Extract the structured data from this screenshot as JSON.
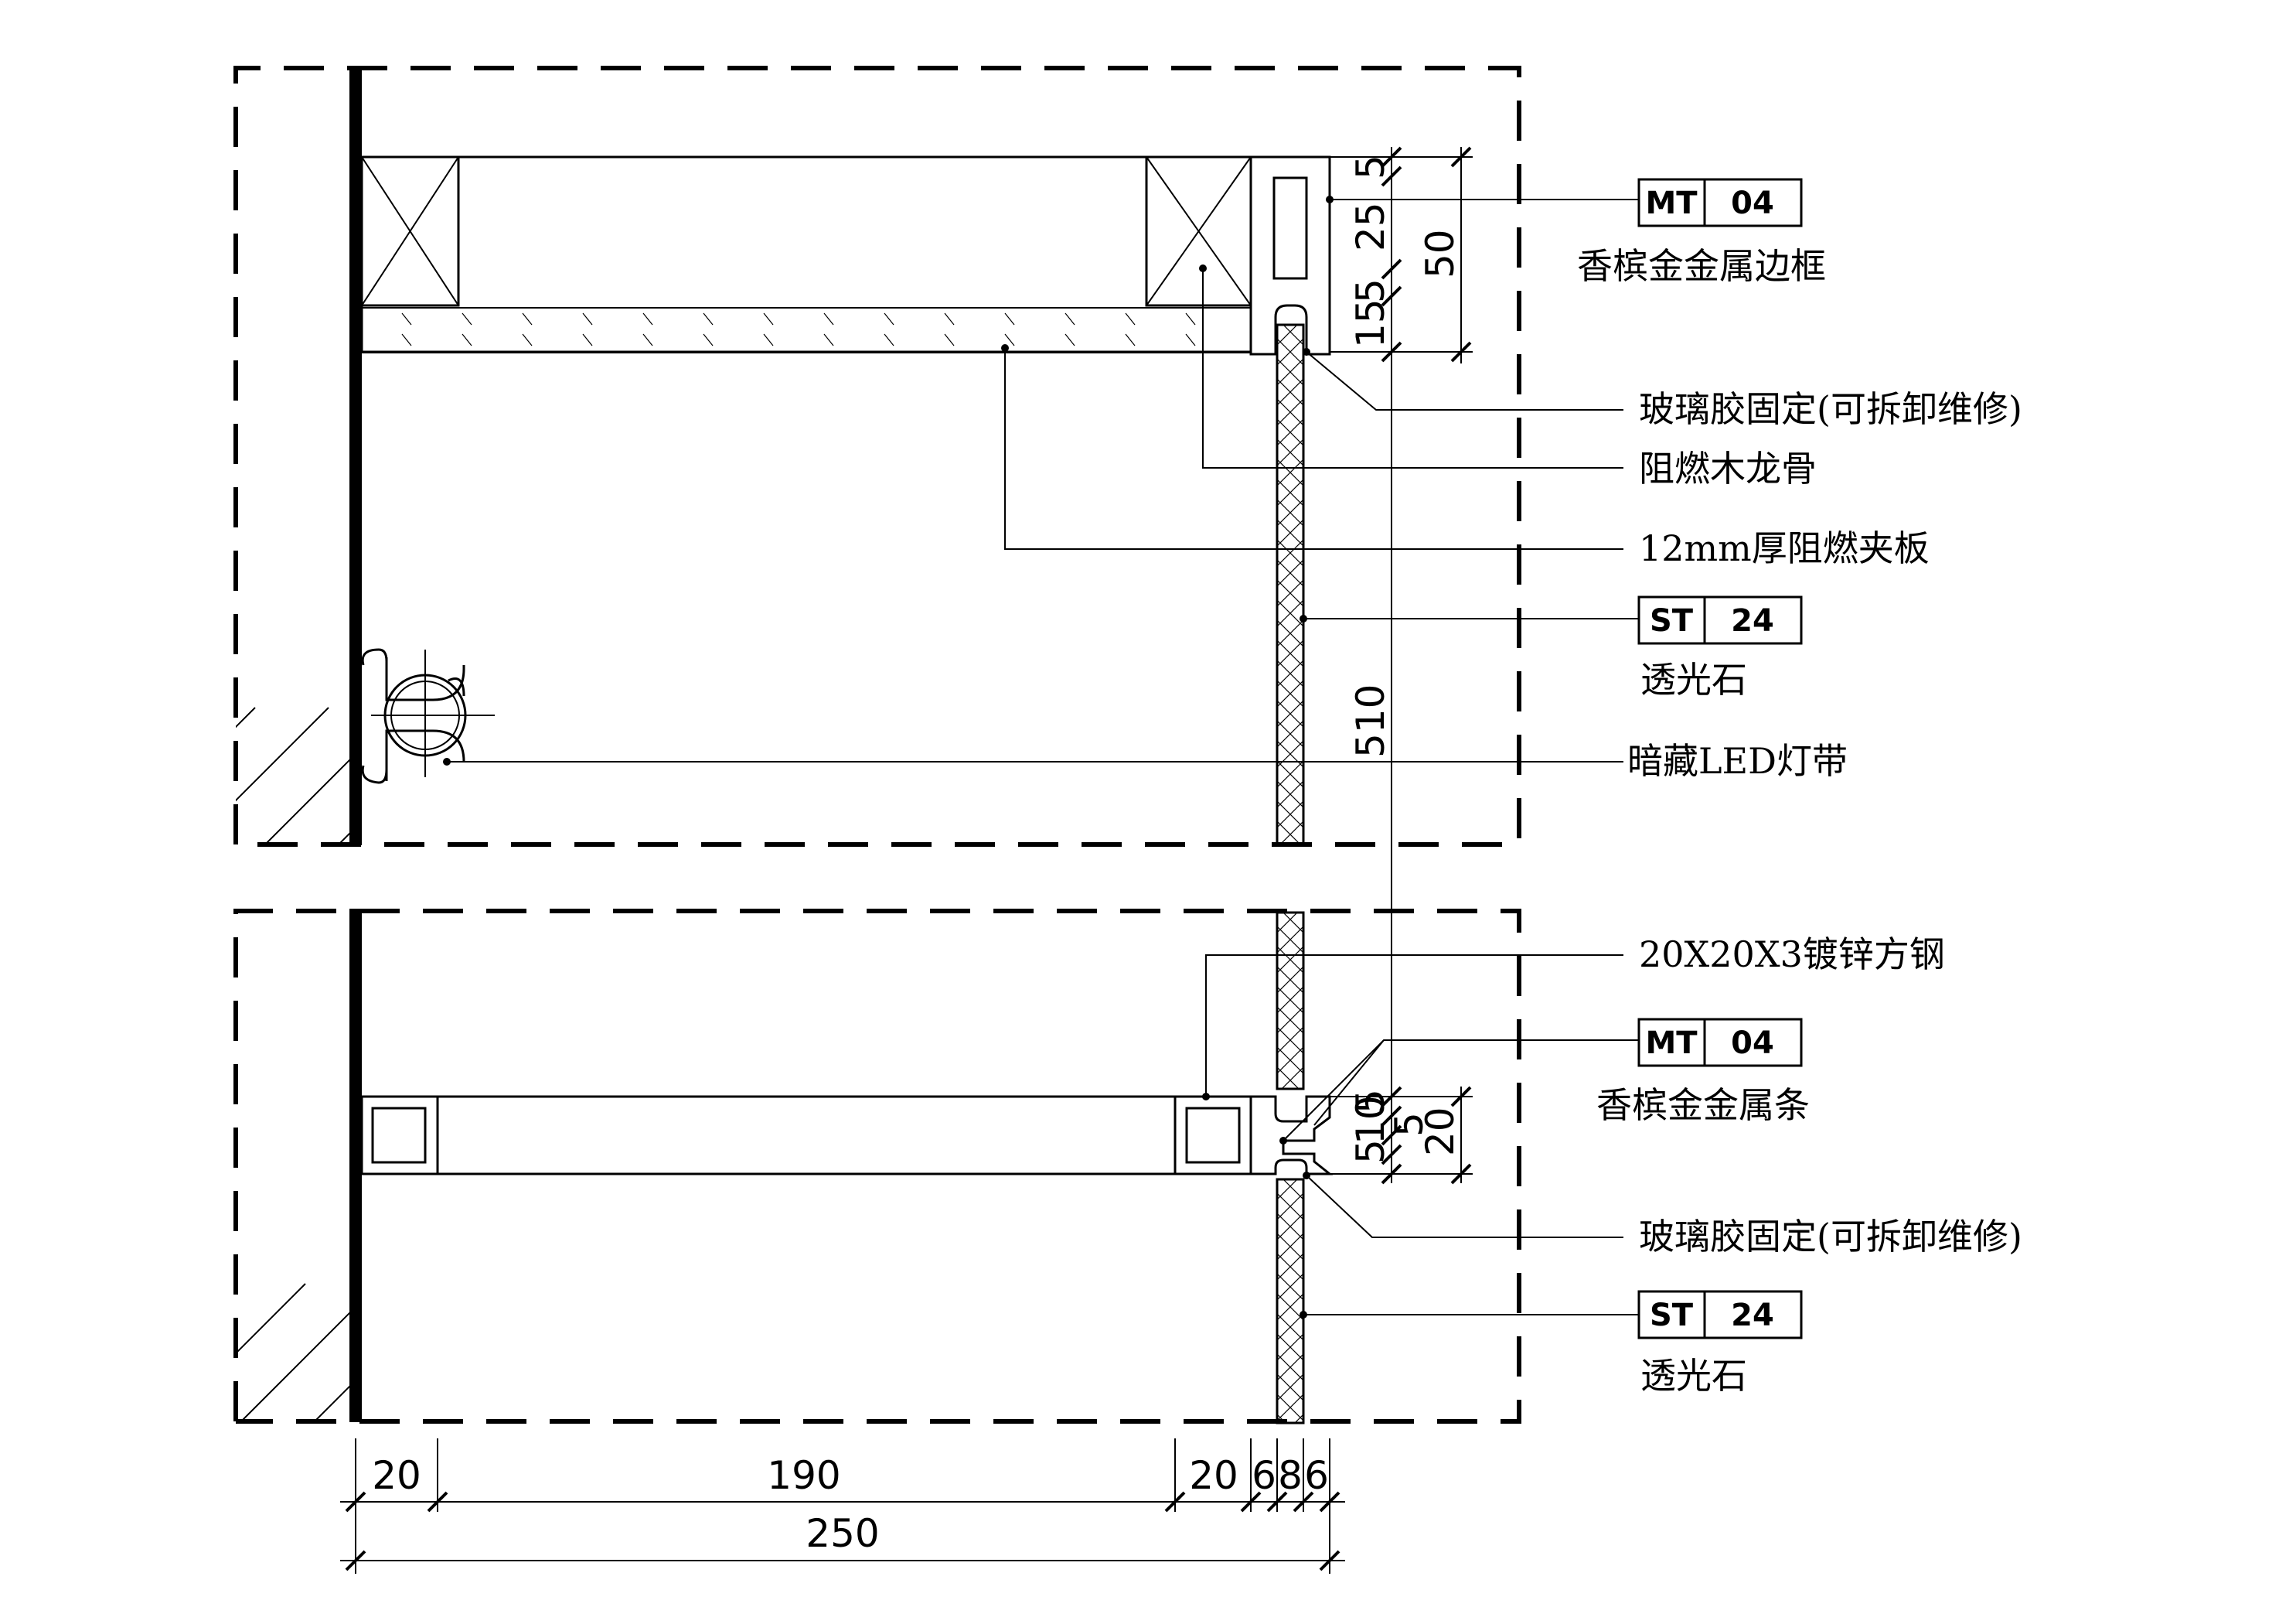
{
  "dimensions": {
    "top_5a": "5",
    "top_25": "25",
    "top_50": "50",
    "top_15": "15",
    "top_5b": "5",
    "overall_510": "510",
    "bot_5a": "5",
    "bot_10": "10",
    "bot_5b": "5",
    "bot_20": "20",
    "bot_5c": "5",
    "bot_10b": "10",
    "w_20a": "20",
    "w_190": "190",
    "w_20b": "20",
    "w_6a": "6",
    "w_8": "8",
    "w_6b": "6",
    "w_250": "250"
  },
  "tags": {
    "mt04_top": {
      "code": "MT",
      "num": "04",
      "caption": "香槟金金属边框"
    },
    "st24_top": {
      "code": "ST",
      "num": "24",
      "caption": "透光石"
    },
    "mt04_bot": {
      "code": "MT",
      "num": "04",
      "caption": "香槟金金属条"
    },
    "st24_bot": {
      "code": "ST",
      "num": "24",
      "caption": "透光石"
    }
  },
  "labels": {
    "glass_glue_top": "玻璃胶固定(可拆卸维修)",
    "wood_keel": "阻燃木龙骨",
    "plywood": "12mm厚阻燃夹板",
    "led_strip": "暗藏LED灯带",
    "square_steel": "20X20X3镀锌方钢",
    "glass_glue_bot": "玻璃胶固定(可拆卸维修)"
  }
}
